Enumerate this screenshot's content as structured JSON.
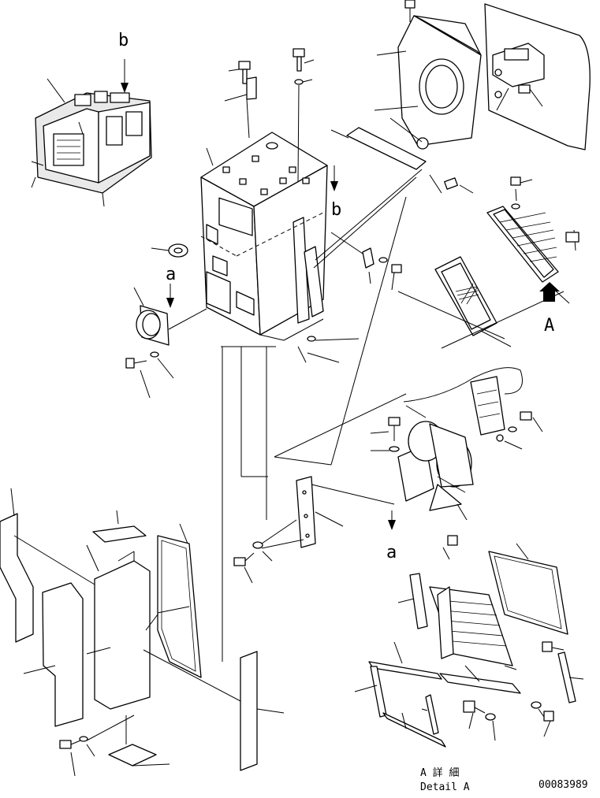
{
  "labels": {
    "b_top": "b",
    "b_mid": "b",
    "a_mid": "a",
    "a_low": "a",
    "detail_letter": "A",
    "detail_caption_jp": "A 詳 細",
    "detail_caption_en": "Detail A",
    "drawing_number": "00083989"
  },
  "colors": {
    "line": "#000000",
    "background": "#ffffff",
    "fill": "#e9e9e9"
  }
}
